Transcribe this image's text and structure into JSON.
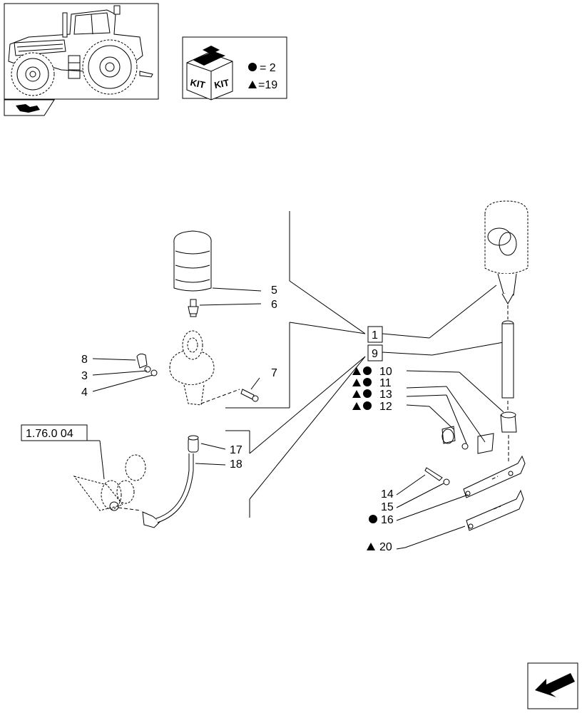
{
  "kit": {
    "word": "KIT",
    "circle_count": "= 2",
    "triangle_count": "=19"
  },
  "ref_box": "1.76.0 04",
  "labels": {
    "l1": "1",
    "l9": "9",
    "l3": "3",
    "l4": "4",
    "l5": "5",
    "l6": "6",
    "l7": "7",
    "l8": "8",
    "l10": "10",
    "l11": "11",
    "l12": "12",
    "l13": "13",
    "l14": "14",
    "l15": "15",
    "l16": "16",
    "l17": "17",
    "l18": "18",
    "l20": "20"
  },
  "icons": {
    "tractor": "tractor-thumbnail-icon",
    "section": "section-arrow-icon",
    "next": "next-page-arrow-icon",
    "kit": "kit-box-icon"
  }
}
